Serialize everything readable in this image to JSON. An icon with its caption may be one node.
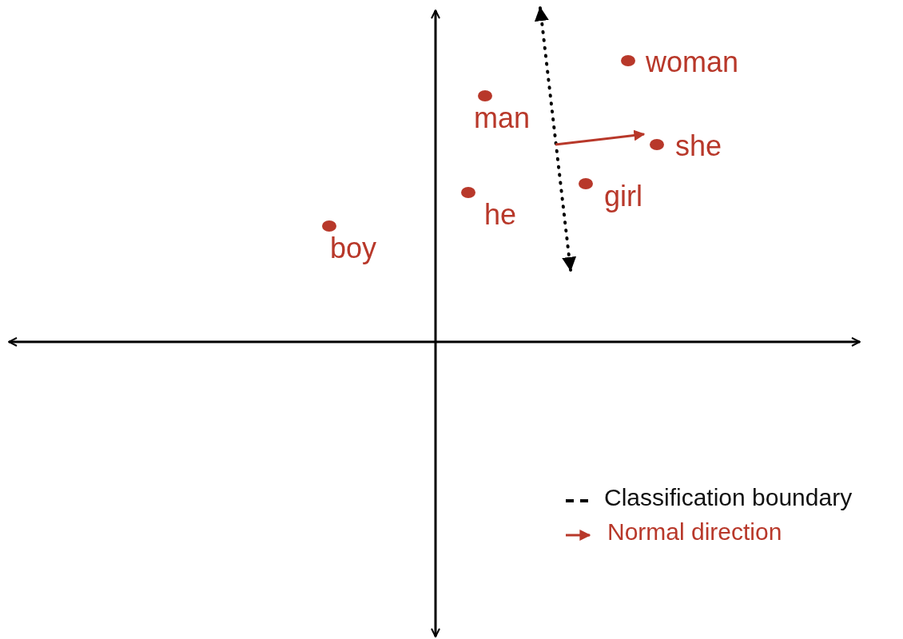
{
  "diagram": {
    "labels": [
      "woman",
      "man",
      "she",
      "girl",
      "he",
      "boy"
    ],
    "legend": [
      {
        "text": "Classification boundary"
      },
      {
        "text": "Normal direction"
      }
    ]
  }
}
